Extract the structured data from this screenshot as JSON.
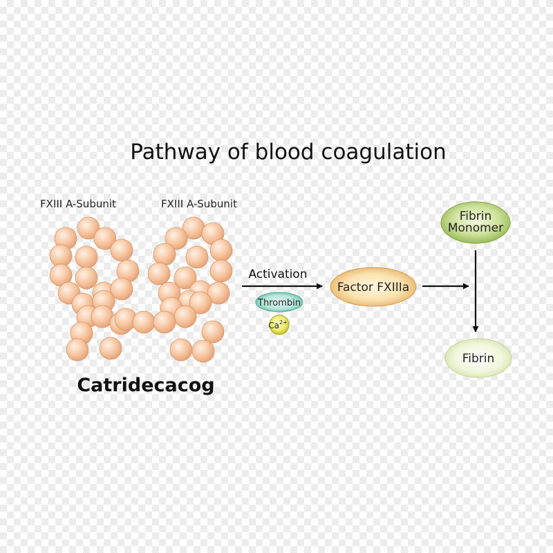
{
  "title": "Pathway of blood coagulation",
  "molecule": {
    "subunit_left_label": "FXIII A-Subunit",
    "subunit_right_label": "FXIII A-Subunit",
    "name": "Catridecacog"
  },
  "activation": {
    "label": "Activation",
    "thrombin_label": "Thrombin",
    "calcium_label": "Ca",
    "calcium_charge": "2+"
  },
  "nodes": {
    "factor": "Factor FXIIIa",
    "monomer_line1": "Fibrin",
    "monomer_line2": "Monomer",
    "fibrin": "Fibrin"
  },
  "colors": {
    "sphere": "#f6c29c",
    "factor": "#f3cf8a",
    "monomer": "#a9c96a",
    "fibrin": "#e6efc4",
    "thrombin": "#8fd4c4",
    "calcium": "#e8e64a"
  }
}
